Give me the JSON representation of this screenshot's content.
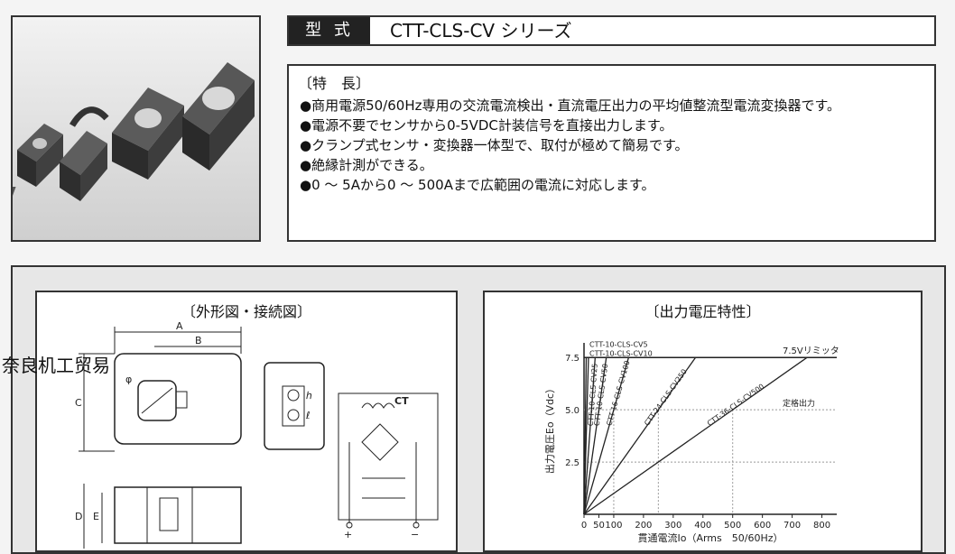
{
  "header": {
    "model_tag": "型 式",
    "model_name": "CTT-CLS-CV シリーズ"
  },
  "features": {
    "heading": "〔特　長〕",
    "items": [
      "商用電源50/60Hz専用の交流電流検出・直流電圧出力の平均値整流型電流変換器です。",
      "電源不要でセンサから0-5VDC計装信号を直接出力します。",
      "クランプ式センサ・変換器一体型で、取付が極めて簡易です。",
      "絶縁計測ができる。",
      "0 ～ 5Aから0 ～ 500Aまで広範囲の電流に対応します。"
    ]
  },
  "dimension_panel": {
    "title": "〔外形図・接続図〕",
    "labels": {
      "A": "A",
      "B": "B",
      "C": "C",
      "D": "D",
      "E": "E",
      "phi": "φ",
      "ct": "CT",
      "plus": "+",
      "minus": "−",
      "out_h": "(ℎ)",
      "out_l": "(ℓ)",
      "term_h": "ℎ",
      "term_l": "ℓ"
    }
  },
  "chart_panel": {
    "title": "〔出力電圧特性〕"
  },
  "watermark": "奈良机工贸易",
  "colors": {
    "border": "#333333",
    "title_bg": "#222222",
    "bottom_bg": "#e7e7e7"
  },
  "chart_data": {
    "type": "line",
    "title": "",
    "xlabel": "貫通電流Io（Arms　50/60Hz）",
    "ylabel": "出力電圧Eo（Vdc）",
    "xlim": [
      0,
      850
    ],
    "ylim": [
      0,
      8.2
    ],
    "x_ticks": [
      "0",
      "50",
      "100",
      "200",
      "300",
      "400",
      "500",
      "600",
      "700",
      "800"
    ],
    "x_tick_values": [
      0,
      50,
      100,
      200,
      300,
      400,
      500,
      600,
      700,
      800
    ],
    "y_ticks": [
      "2.5",
      "5.0",
      "7.5"
    ],
    "y_tick_values": [
      2.5,
      5.0,
      7.5
    ],
    "limit_line": {
      "y": 7.5,
      "label": "7.5Vリミッタ"
    },
    "rated_label": "定格出力",
    "rated_y": 5.0,
    "series": [
      {
        "name": "CTT-10-CLS-CV5",
        "x": [
          0,
          7.5
        ],
        "y": [
          0,
          7.5
        ]
      },
      {
        "name": "CTT-10-CLS-CV10",
        "x": [
          0,
          15
        ],
        "y": [
          0,
          7.5
        ]
      },
      {
        "name": "CTT-10-CLS-CV25",
        "x": [
          0,
          37.5
        ],
        "y": [
          0,
          7.5
        ]
      },
      {
        "name": "CTT-10-CLS-CV50",
        "x": [
          0,
          75
        ],
        "y": [
          0,
          7.5
        ]
      },
      {
        "name": "CTT-16-CLS-CV100",
        "x": [
          0,
          150
        ],
        "y": [
          0,
          7.5
        ]
      },
      {
        "name": "CTT-24-CLS-CV250",
        "x": [
          0,
          375
        ],
        "y": [
          0,
          7.5
        ]
      },
      {
        "name": "CTT-36-CLS-CV500",
        "x": [
          0,
          750
        ],
        "y": [
          0,
          7.5
        ]
      }
    ]
  }
}
